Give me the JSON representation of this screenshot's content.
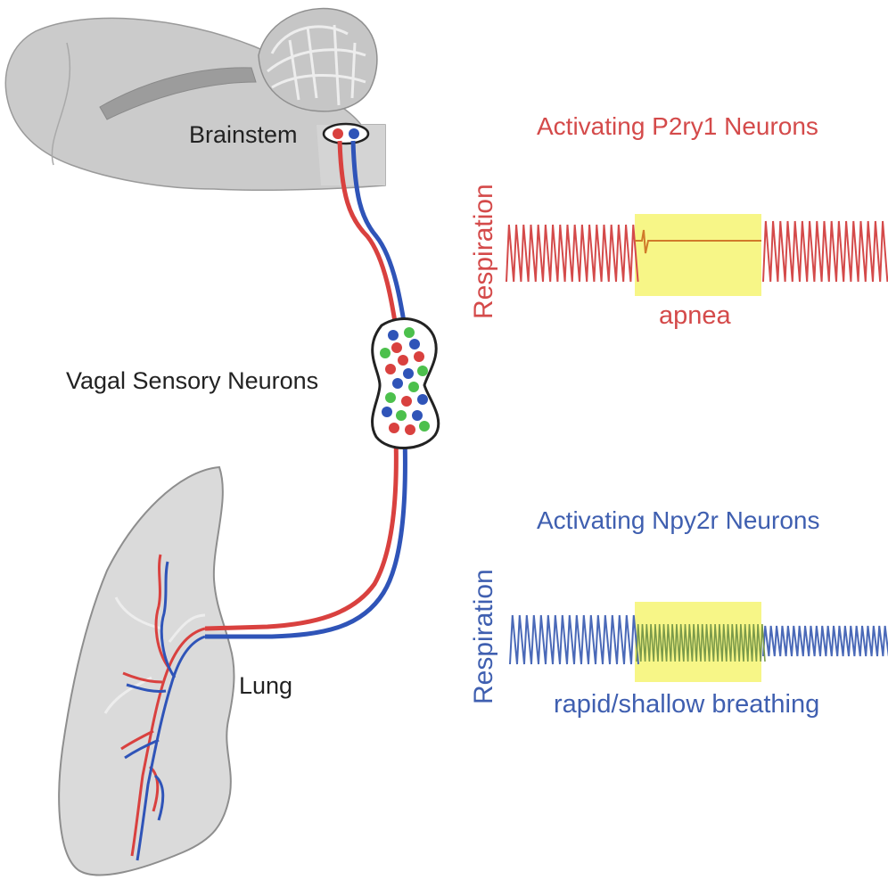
{
  "labels": {
    "brainstem": "Brainstem",
    "vagal": "Vagal Sensory Neurons",
    "lung": "Lung"
  },
  "panels": [
    {
      "title": "Activating P2ry1 Neurons",
      "ylabel": "Respiration",
      "caption": "apnea",
      "color": "#d44a4a"
    },
    {
      "title": "Activating Npy2r Neurons",
      "ylabel": "Respiration",
      "caption": "rapid/shallow breathing",
      "color": "#3f5fb0"
    }
  ],
  "colors": {
    "red_nerve": "#d9413f",
    "blue_nerve": "#2f54b8",
    "highlight": "#f6f57a",
    "green_cell": "#4cc04c",
    "tissue": "#cfcfcf"
  }
}
